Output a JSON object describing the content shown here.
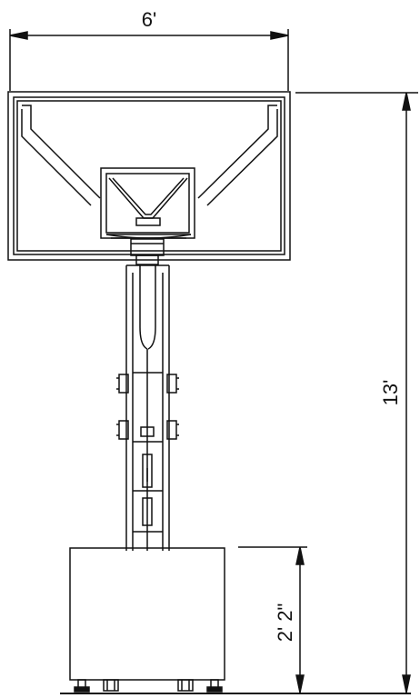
{
  "dimensions": {
    "width_label": "6'",
    "height_label": "13'",
    "base_height_label": "2' 2\""
  },
  "colors": {
    "line": "#111111",
    "background": "#ffffff"
  }
}
